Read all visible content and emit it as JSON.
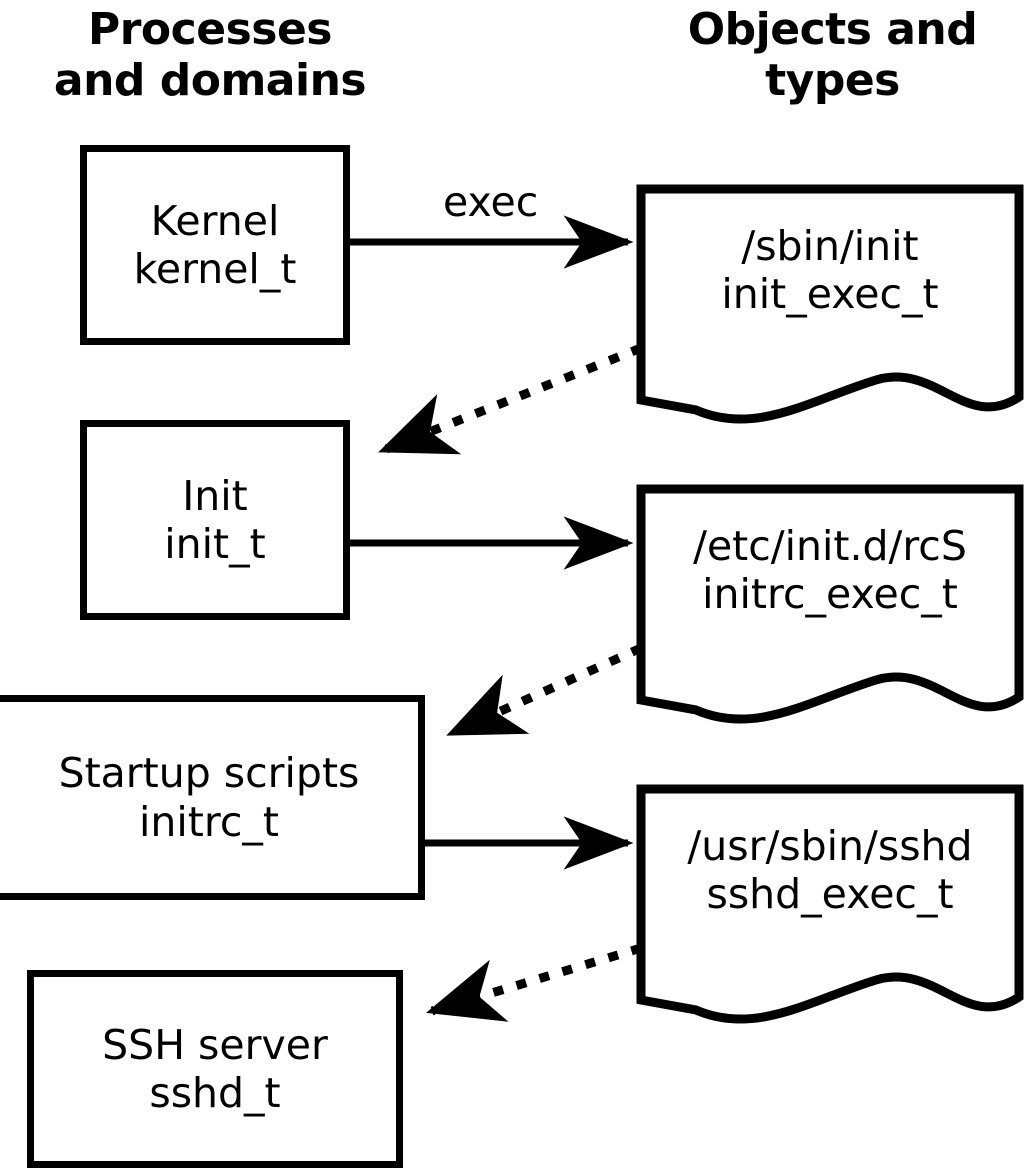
{
  "diagram": {
    "title_left": "Processes\nand domains",
    "title_right": "Objects and\ntypes",
    "colors": {
      "stroke": "#000000",
      "background": "#ffffff",
      "text": "#000000"
    },
    "process_nodes": [
      {
        "id": "kernel",
        "label": "Kernel\nkernel_t"
      },
      {
        "id": "init",
        "label": "Init\ninit_t"
      },
      {
        "id": "initrc",
        "label": "Startup scripts\ninitrc_t"
      },
      {
        "id": "sshd",
        "label": "SSH server\nsshd_t"
      }
    ],
    "object_nodes": [
      {
        "id": "init_exec",
        "label": "/sbin/init\ninit_exec_t"
      },
      {
        "id": "initrc_exec",
        "label": "/etc/init.d/rcS\ninitrc_exec_t"
      },
      {
        "id": "sshd_exec",
        "label": "/usr/sbin/sshd\nsshd_exec_t"
      }
    ],
    "edges": [
      {
        "id": "kernel-exec-init_exec",
        "from": "kernel",
        "to": "init_exec",
        "style": "solid",
        "label": "exec"
      },
      {
        "id": "init_exec-init",
        "from": "init_exec",
        "to": "init",
        "style": "dotted",
        "label": ""
      },
      {
        "id": "init-initrc_exec",
        "from": "init",
        "to": "initrc_exec",
        "style": "solid",
        "label": ""
      },
      {
        "id": "initrc_exec-initrc",
        "from": "initrc_exec",
        "to": "initrc",
        "style": "dotted",
        "label": ""
      },
      {
        "id": "initrc-sshd_exec",
        "from": "initrc",
        "to": "sshd_exec",
        "style": "solid",
        "label": ""
      },
      {
        "id": "sshd_exec-sshd",
        "from": "sshd_exec",
        "to": "sshd",
        "style": "dotted",
        "label": ""
      }
    ]
  }
}
